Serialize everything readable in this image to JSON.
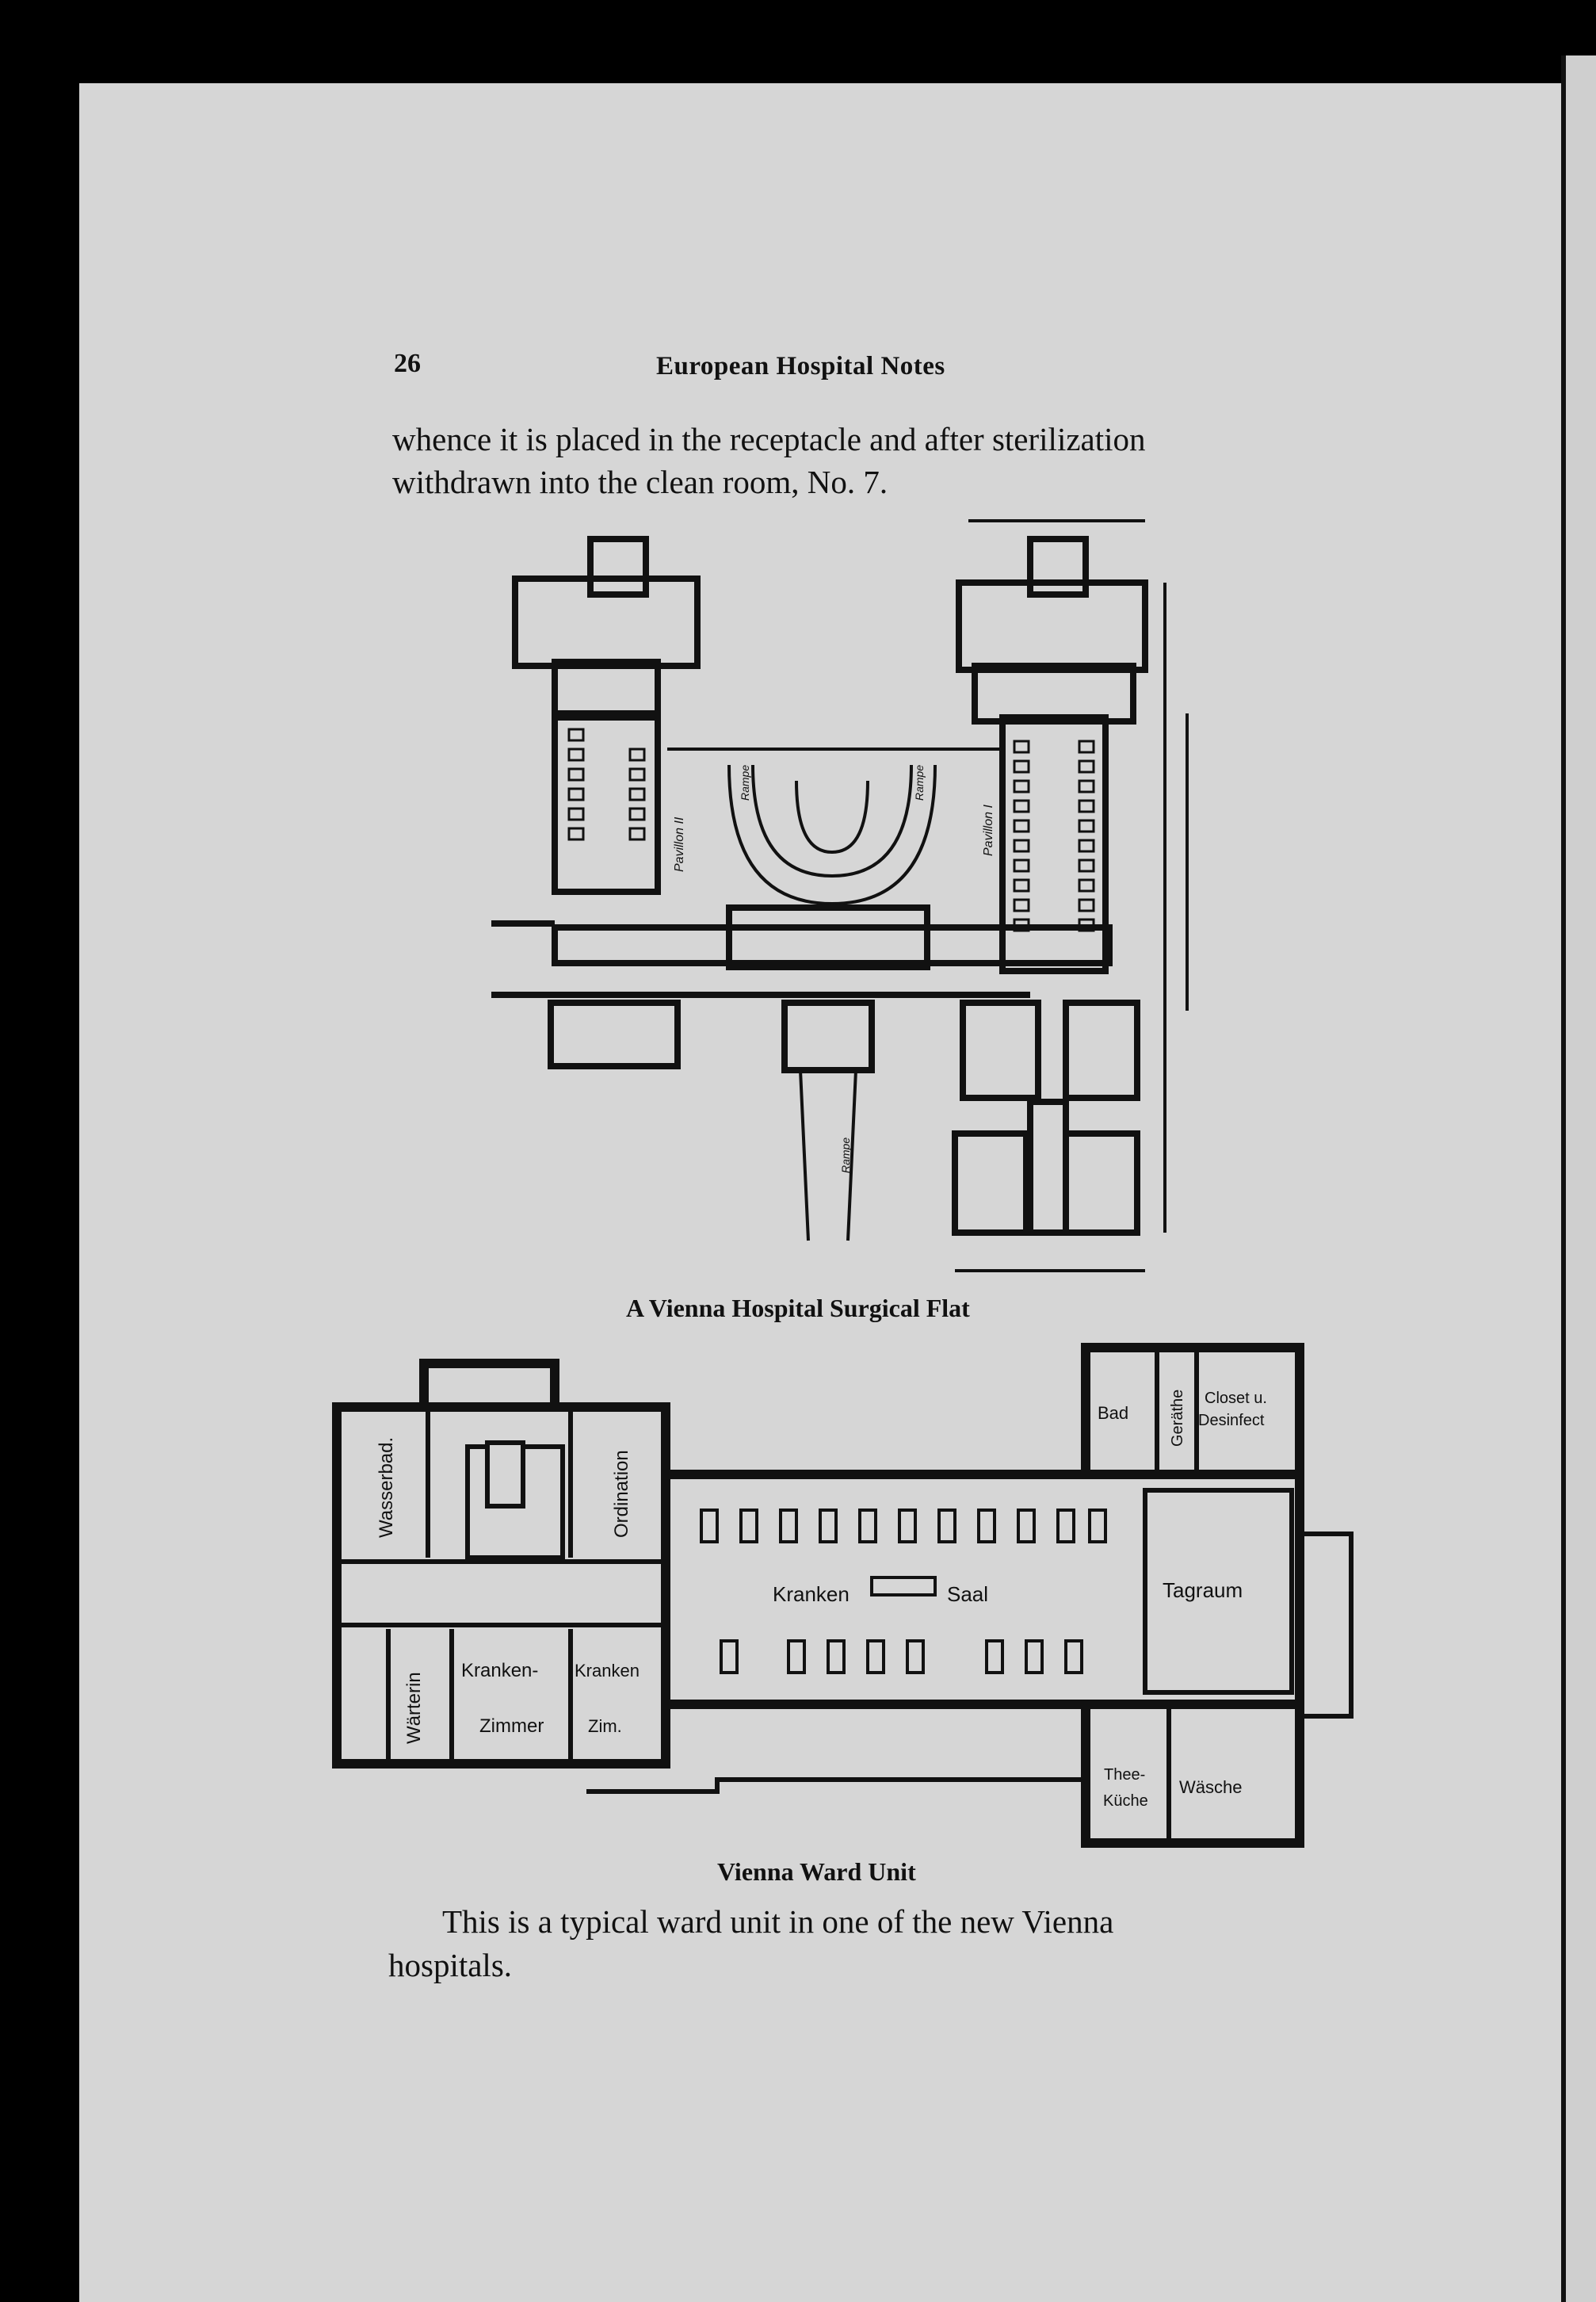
{
  "page_number": "26",
  "running_head": "European Hospital Notes",
  "body_top": {
    "line1": "whence it is placed in the receptacle and after sterilization",
    "line2": "withdrawn into the clean room, No. 7."
  },
  "figure1": {
    "caption": "A Vienna Hospital Surgical Flat",
    "labels": {
      "pavilion_2": "Pavillon II",
      "pavilion_1": "Pavillon I",
      "ramp_left": "Rampe",
      "ramp_right": "Rampe",
      "ramp_bottom": "Rampe"
    }
  },
  "figure2": {
    "caption": "Vienna Ward Unit",
    "rooms": {
      "wasserbad": "Wasserbad.",
      "ordination": "Ordination",
      "kranken": "Kranken",
      "saal": "Saal",
      "tagraum": "Tagraum",
      "bad": "Bad",
      "geraethe": "Geräthe",
      "closet1": "Closet u.",
      "closet2": "Desinfect",
      "waerterin": "Wärterin",
      "kz1": "Kranken-",
      "kz2": "Zimmer",
      "kzim1": "Kranken",
      "kzim2": "Zim.",
      "thee1": "Thee-",
      "thee2": "Küche",
      "waesche": "Wäsche"
    }
  },
  "body_bottom": {
    "line1": "This is a typical ward unit in one of the new Vienna",
    "line2": "hospitals."
  }
}
